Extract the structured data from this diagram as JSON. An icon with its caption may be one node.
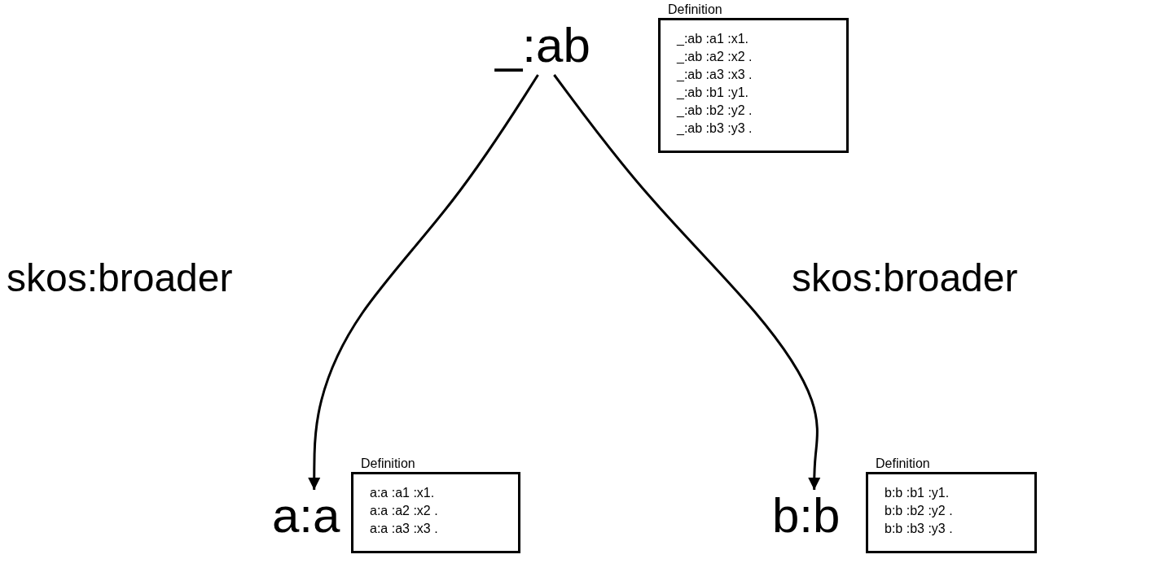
{
  "diagram": {
    "nodes": [
      {
        "text": [
          "_:ab"
        ]
      },
      {
        "text": [
          "Definition",
          "_:ab :a1 :x1.",
          "_:ab :a2 :x2 .",
          "_:ab :a3 :x3 .",
          "_:ab :b1 :y1.",
          "_:ab :b2 :y2 .",
          "_:ab :b3 :y3 ."
        ]
      },
      {
        "text": [
          "a:a"
        ]
      },
      {
        "text": [
          "Definition",
          "a:a :a1 :x1.",
          "a:a :a2 :x2 .",
          "a:a :a3 :x3 ."
        ]
      },
      {
        "text": [
          "b:b"
        ]
      },
      {
        "text": [
          "Definition",
          "b:b :b1 :y1.",
          "b:b :b2 :y2 .",
          "b:b :b3 :y3 ."
        ]
      }
    ],
    "edges": [
      {
        "from": 0,
        "to": 2,
        "arrow": "to",
        "label": "skos:broader"
      },
      {
        "from": 0,
        "to": 4,
        "arrow": "to",
        "label": "skos:broader"
      }
    ]
  }
}
